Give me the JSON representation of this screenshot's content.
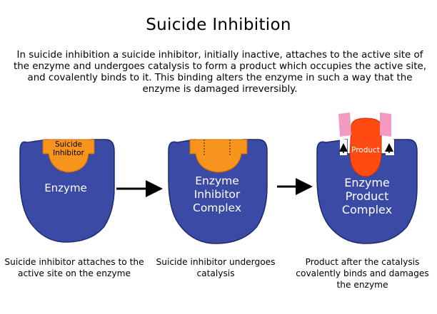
{
  "title": "Suicide Inhibition",
  "intro": "In suicide inhibition a suicide inhibitor, initially inactive, attaches to the active site of the enzyme and undergoes catalysis to form a product which occupies the active site, and covalently binds to it. This binding alters the enzyme in such a way that the enzyme is damaged irreversibly.",
  "stage1": {
    "inhibitor_line1": "Suicide",
    "inhibitor_line2": "Inhibitor",
    "enzyme_label": "Enzyme",
    "caption": "Suicide inhibitor attaches to the active site on the enzyme"
  },
  "stage2": {
    "line1": "Enzyme",
    "line2": "Inhibitor",
    "line3": "Complex",
    "caption": "Suicide inhibitor undergoes catalysis"
  },
  "stage3": {
    "product_label": "Product",
    "line1": "Enzyme",
    "line2": "Product",
    "line3": "Complex",
    "caption": "Product after the catalysis covalently binds and damages the enzyme"
  },
  "colors": {
    "enzyme": "#3b4aa5",
    "enzyme_outline": "#1f2a6e",
    "inhibitor": "#f7941d",
    "product": "#ff4b12",
    "fragment": "#f49ac1"
  }
}
